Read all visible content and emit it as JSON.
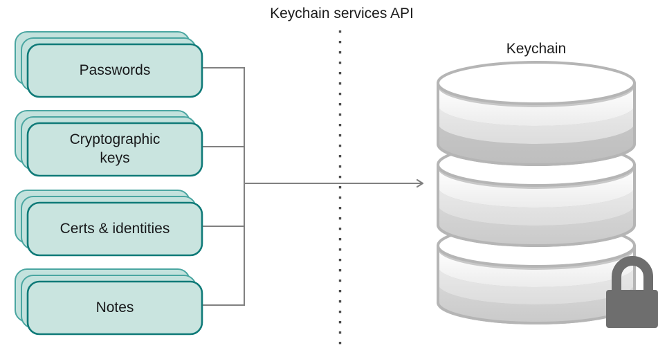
{
  "diagram": {
    "title": "Keychain services API",
    "background_color": "#ffffff"
  },
  "palette": {
    "card_fill": "#c9e4df",
    "card_fill_back": "#c3e2dd",
    "card_border": "#0f7a78",
    "card_border_back": "#4aa6a1",
    "connector": "#808080",
    "divider": "#4d4d4d",
    "cylinder_outline": "#b5b5b5",
    "cylinder_top": "#ffffff",
    "cylinder_band_1": "#e8e8e8",
    "cylinder_band_2": "#dcdcdc",
    "cylinder_band_3": "#cfcfcf",
    "cylinder_band_4": "#c4c4c4",
    "lock": "#6e6e6e",
    "text": "#17181a"
  },
  "sources": {
    "group_name": "keychain-item-classes",
    "cards": [
      {
        "id": "passwords",
        "label": "Passwords",
        "lines": [
          "Passwords"
        ]
      },
      {
        "id": "cryptographic-keys",
        "label": "Cryptographic keys",
        "lines": [
          "Cryptographic",
          "keys"
        ]
      },
      {
        "id": "certs-and-identities",
        "label": "Certs & identities",
        "lines": [
          "Certs & identities"
        ]
      },
      {
        "id": "notes",
        "label": "Notes",
        "lines": [
          "Notes"
        ]
      }
    ],
    "stack_depth": 3
  },
  "connectors": {
    "arrow_label": "",
    "arrow_direction": "right",
    "bus_count": 4
  },
  "divider": {
    "style": "dotted",
    "orientation": "vertical"
  },
  "store": {
    "label": "Keychain",
    "tier_count": 3,
    "lock_icon": "lock-icon",
    "locked": true
  }
}
